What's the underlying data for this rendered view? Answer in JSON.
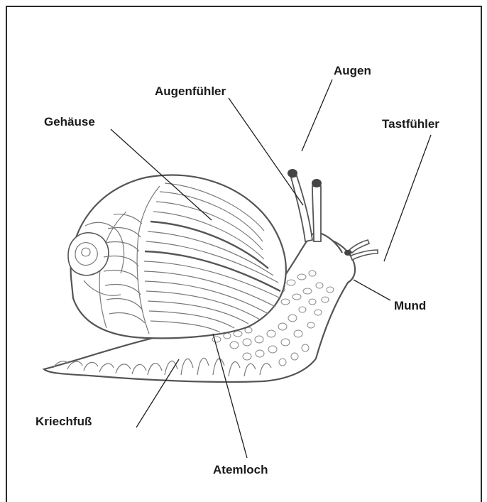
{
  "labels": {
    "augen": "Augen",
    "augenfuehler": "Augenfühler",
    "gehaeuse": "Gehäuse",
    "tastfuehler": "Tastfühler",
    "mund": "Mund",
    "kriechfuss": "Kriechfuß",
    "atemloch": "Atemloch"
  },
  "colors": {
    "frame": "#2b2b2b",
    "line_art": "#555555",
    "eye_tips": "#444444",
    "text": "#1a1a1a"
  }
}
